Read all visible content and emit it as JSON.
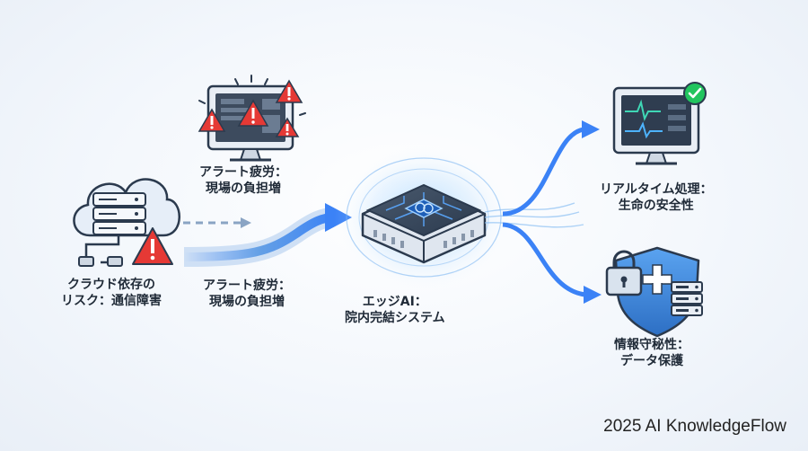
{
  "labels": {
    "cloud": [
      "クラウド依存の",
      "リスク：通信障害"
    ],
    "alert_top": [
      "アラート疲労：",
      "現場の負担増"
    ],
    "alert_mid": [
      "アラート疲労：",
      "現場の負担増"
    ],
    "edge": [
      "エッジAI：",
      "院内完結システム"
    ],
    "realtime": [
      "リアルタイム処理：",
      "生命の安全性"
    ],
    "privacy": [
      "情報守秘性：",
      "データ保護"
    ]
  },
  "footer": "2025 AI KnowledgeFlow",
  "icons": {
    "cloud": "cloud-server-icon",
    "alert_monitor": "alert-monitor-icon",
    "edge_chip": "edge-ai-chip-icon",
    "vitals_monitor": "vitals-monitor-icon",
    "shield": "shield-lock-icon"
  },
  "colors": {
    "accent": "#3b82f6",
    "warning": "#e53935",
    "success": "#22c55e",
    "dark": "#2b3a4e"
  }
}
